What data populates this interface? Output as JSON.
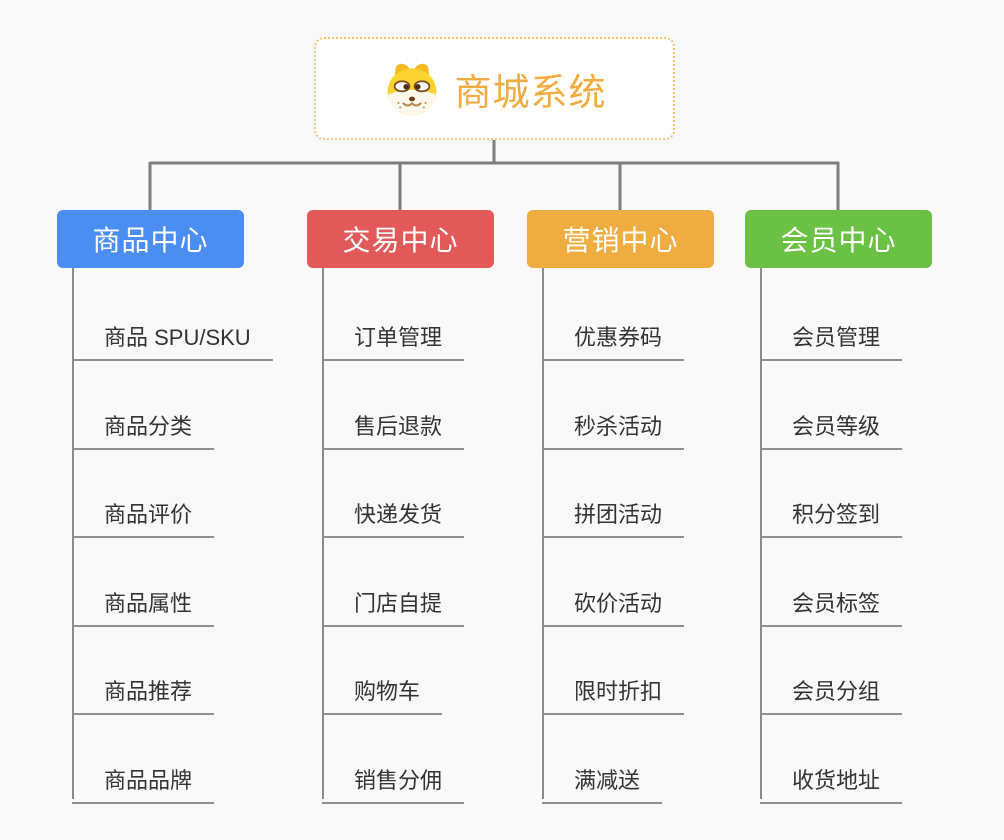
{
  "root": {
    "title": "商城系统",
    "icon": "doge-icon",
    "border_color": "#f4c279",
    "title_color": "#f2ab3e"
  },
  "branches": [
    {
      "label": "商品中心",
      "color": "#4b8ef1",
      "items": [
        "商品 SPU/SKU",
        "商品分类",
        "商品评价",
        "商品属性",
        "商品推荐",
        "商品品牌"
      ]
    },
    {
      "label": "交易中心",
      "color": "#e25959",
      "items": [
        "订单管理",
        "售后退款",
        "快递发货",
        "门店自提",
        "购物车",
        "销售分佣"
      ]
    },
    {
      "label": "营销中心",
      "color": "#efac41",
      "items": [
        "优惠券码",
        "秒杀活动",
        "拼团活动",
        "砍价活动",
        "限时折扣",
        "满减送"
      ]
    },
    {
      "label": "会员中心",
      "color": "#6bc144",
      "items": [
        "会员管理",
        "会员等级",
        "积分签到",
        "会员标签",
        "会员分组",
        "收货地址"
      ]
    }
  ],
  "connector_colors": {
    "top_links": "#7d7d7d",
    "column_trunks": "#8b8b8b",
    "leaf_underline": "#8f8f8f"
  }
}
